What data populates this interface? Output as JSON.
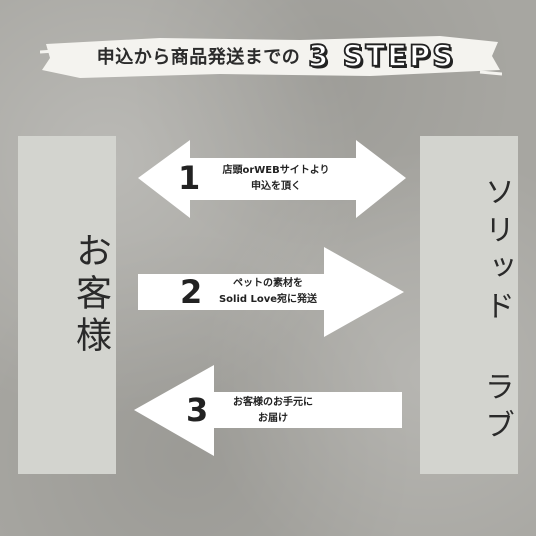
{
  "title": {
    "prefix": "申込から商品発送までの",
    "highlight": "3 STEPS"
  },
  "left_panel": {
    "label": "お客様"
  },
  "right_panel": {
    "label": "ソリッド ラブ"
  },
  "steps": [
    {
      "number": "1",
      "line1": "店頭orWEBサイトより",
      "line2": "申込を頂く",
      "direction": "both"
    },
    {
      "number": "2",
      "line1": "ペットの素材を",
      "line2": "Solid Love宛に発送",
      "direction": "right"
    },
    {
      "number": "3",
      "line1": "お客様のお手元に",
      "line2": "お届け",
      "direction": "left"
    }
  ]
}
